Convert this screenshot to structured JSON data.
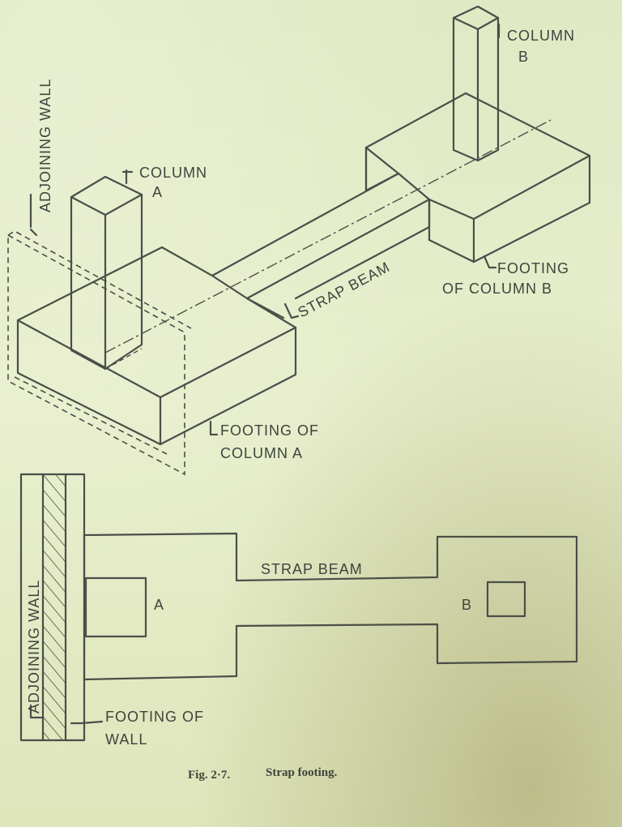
{
  "isometric": {
    "adjoining_wall": "ADJOINING WALL",
    "column_a": "COLUMN",
    "column_a_letter": "A",
    "column_b": "COLUMN",
    "column_b_letter": "B",
    "strap_beam": "STRAP BEAM",
    "footing_a_line1": "FOOTING OF",
    "footing_a_line2": "COLUMN A",
    "footing_b_line1": "FOOTING",
    "footing_b_line2": "OF COLUMN B"
  },
  "plan": {
    "adjoining_wall": "ADJOINING WALL",
    "strap_beam": "STRAP BEAM",
    "label_a": "A",
    "label_b": "B",
    "footing_wall_line1": "FOOTING OF",
    "footing_wall_line2": "WALL"
  },
  "caption": {
    "fig_no": "Fig. 2·7.",
    "title": "Strap footing."
  }
}
